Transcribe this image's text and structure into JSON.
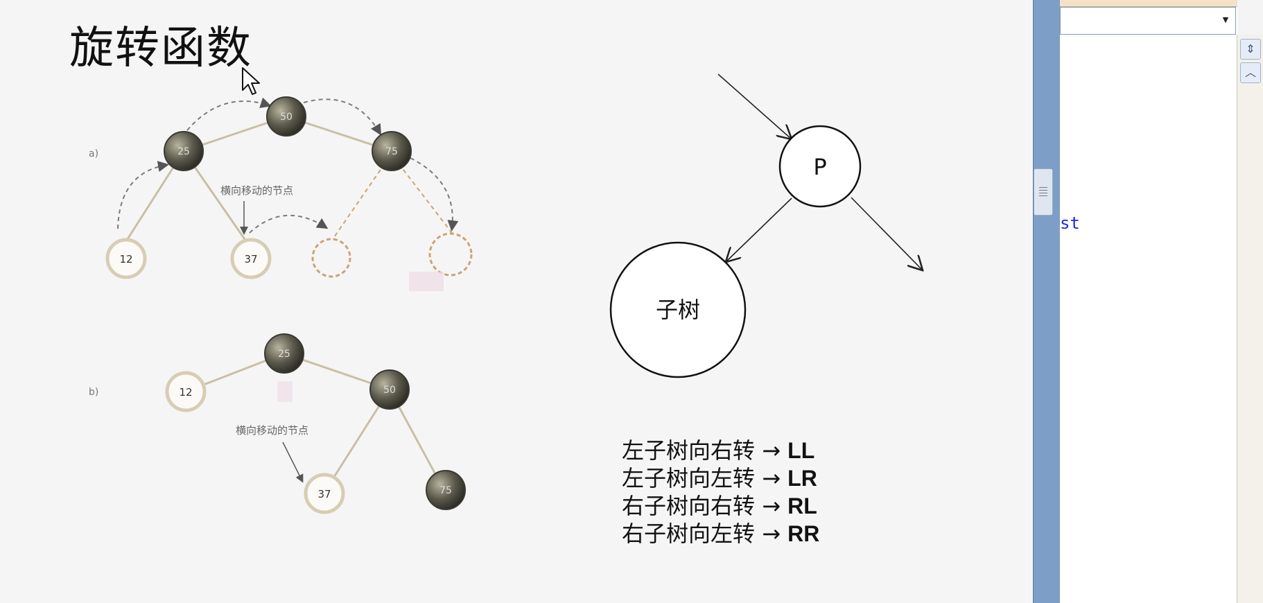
{
  "slide": {
    "title": "旋转函数",
    "figure_a": {
      "panel_label": "a)",
      "annotation": "横向移动的节点",
      "nodes": {
        "n50": "50",
        "n25": "25",
        "n75": "75",
        "n12": "12",
        "n37": "37"
      }
    },
    "figure_b": {
      "panel_label": "b)",
      "annotation": "横向移动的节点",
      "nodes": {
        "n25": "25",
        "n12": "12",
        "n50": "50",
        "n37": "37",
        "n75": "75"
      }
    },
    "diagram": {
      "node_p": "P",
      "subtree": "子树"
    },
    "rules": [
      {
        "text": "左子树向右转",
        "code": "LL"
      },
      {
        "text": "左子树向左转",
        "code": "LR"
      },
      {
        "text": "右子树向右转",
        "code": "RL"
      },
      {
        "text": "右子树向左转",
        "code": "RR"
      }
    ]
  },
  "editor": {
    "visible_text": "st"
  },
  "icons": {
    "cursor": "mouse-pointer-icon",
    "combo": "chevron-down-icon",
    "split": "split-view-icon",
    "scroll_up": "chevron-up-icon"
  },
  "colors": {
    "dark_node": "#4a4a40",
    "light_node_ring": "#d7cdb5",
    "dashed": "#b59a6a",
    "frame_blue": "#7d9ec6",
    "editor_text": "#1a2bd8"
  }
}
